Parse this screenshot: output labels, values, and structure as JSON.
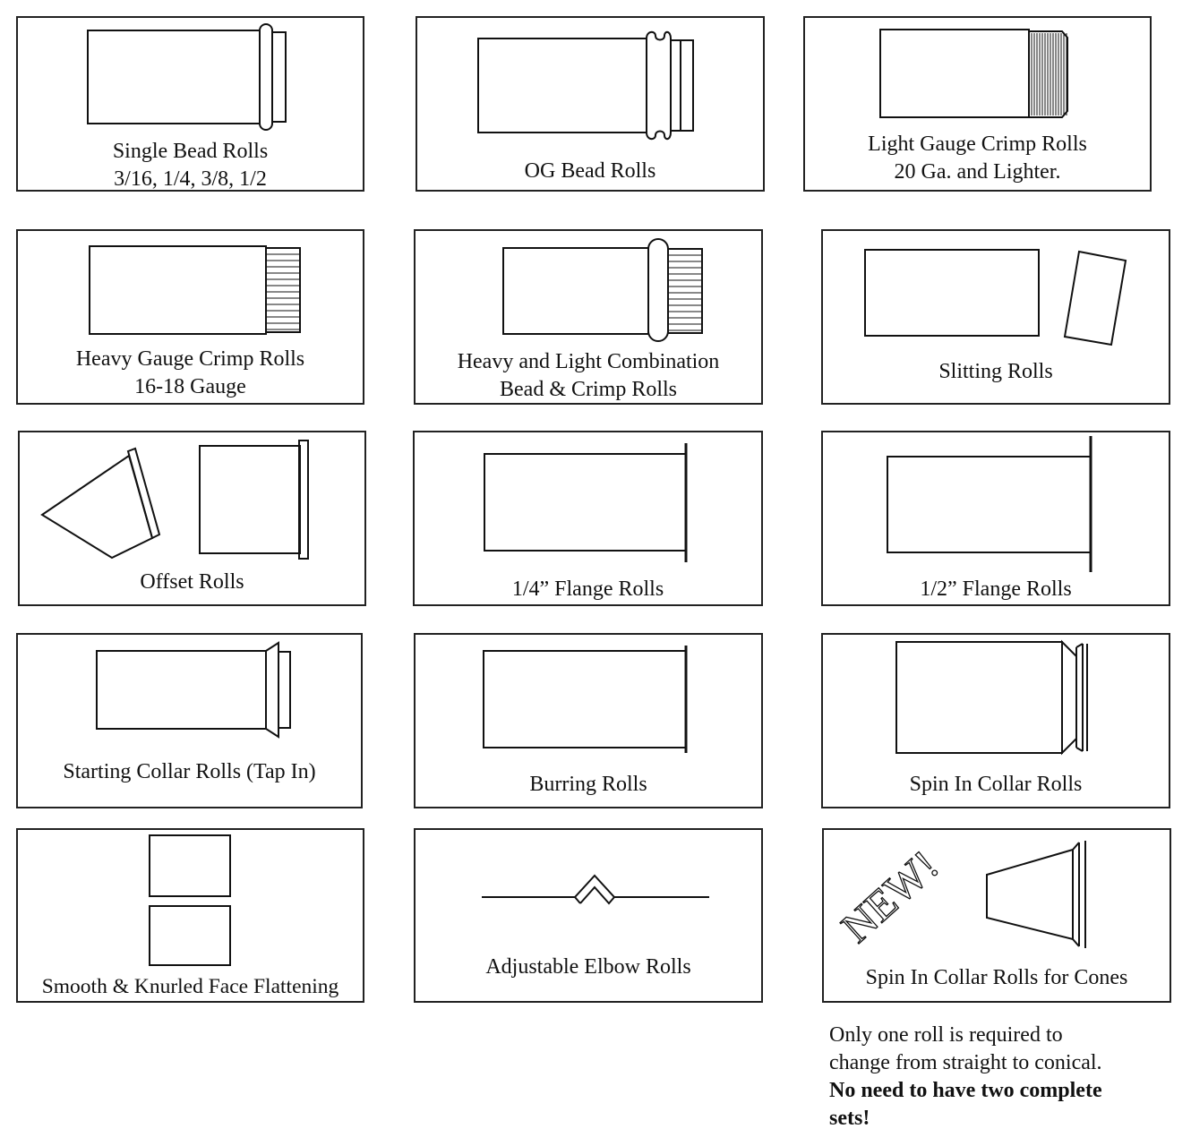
{
  "rolls": {
    "single_bead": {
      "line1": "Single Bead Rolls",
      "line2": "3/16, 1/4, 3/8, 1/2"
    },
    "og_bead": {
      "line1": "OG Bead Rolls"
    },
    "light_gauge_crimp": {
      "line1": "Light Gauge Crimp Rolls",
      "line2": "20 Ga. and Lighter."
    },
    "heavy_gauge_crimp": {
      "line1": "Heavy Gauge Crimp Rolls",
      "line2": "16-18 Gauge"
    },
    "heavy_light_combo": {
      "line1": "Heavy and Light Combination",
      "line2": "Bead & Crimp  Rolls"
    },
    "slitting": {
      "line1": "Slitting Rolls"
    },
    "offset": {
      "line1": "Offset Rolls"
    },
    "flange_quarter": {
      "line1": "1/4” Flange Rolls"
    },
    "flange_half": {
      "line1": "1/2” Flange Rolls"
    },
    "starting_collar": {
      "line1": "Starting Collar Rolls (Tap In)"
    },
    "burring": {
      "line1": "Burring Rolls"
    },
    "spin_in_collar": {
      "line1": "Spin In Collar Rolls"
    },
    "flattening": {
      "line1": "Smooth & Knurled Face Flattening"
    },
    "adjustable_elbow": {
      "line1": "Adjustable Elbow Rolls"
    },
    "spin_in_cones": {
      "line1": "Spin In Collar Rolls for Cones",
      "badge": "NEW!"
    }
  },
  "note": {
    "line1": "Only one roll is required to",
    "line2": "change from straight to conical.",
    "bold1": "No need to have two complete",
    "bold2": "sets!"
  }
}
